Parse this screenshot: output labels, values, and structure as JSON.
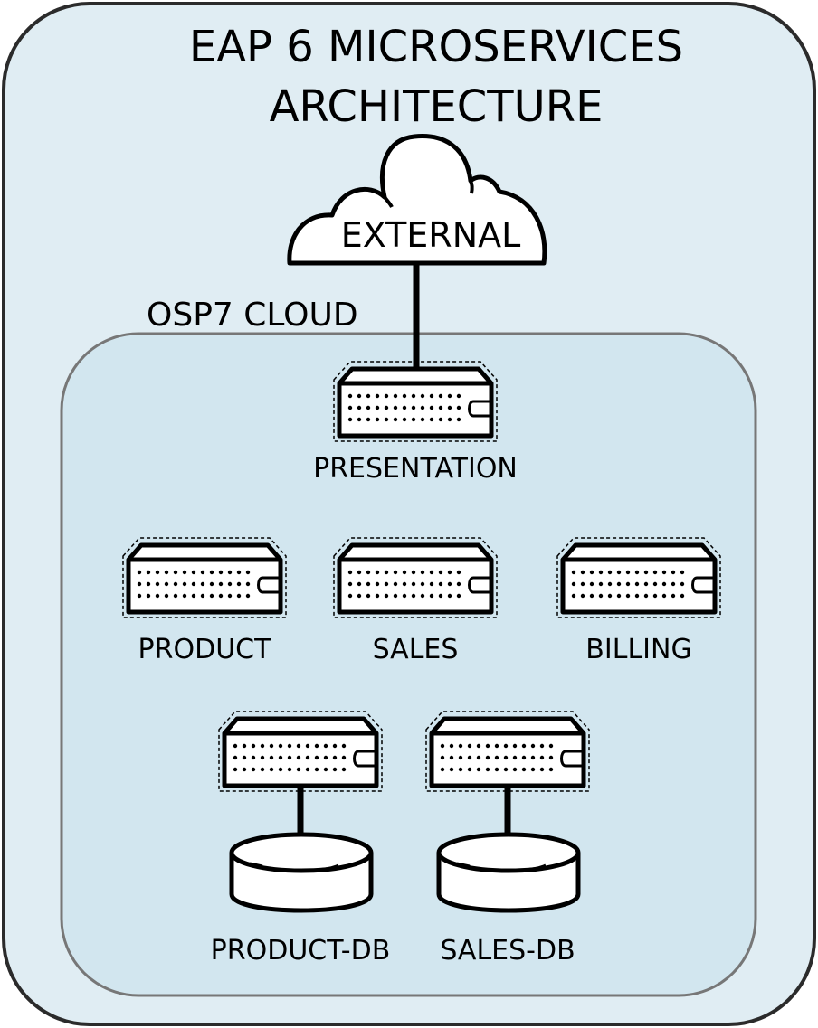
{
  "title": {
    "line1": "EAP 6 MICROSERVICES",
    "line2": "ARCHITECTURE"
  },
  "external": {
    "label": "EXTERNAL",
    "icon": "cloud-icon"
  },
  "cloud_region": {
    "label": "OSP7 CLOUD"
  },
  "servers": [
    {
      "id": "presentation",
      "label": "PRESENTATION",
      "icon": "server-icon"
    },
    {
      "id": "product",
      "label": "PRODUCT",
      "icon": "server-icon"
    },
    {
      "id": "sales",
      "label": "SALES",
      "icon": "server-icon"
    },
    {
      "id": "billing",
      "label": "BILLING",
      "icon": "server-icon"
    },
    {
      "id": "product-db-server",
      "label": "",
      "icon": "server-icon"
    },
    {
      "id": "sales-db-server",
      "label": "",
      "icon": "server-icon"
    }
  ],
  "databases": [
    {
      "id": "product-db",
      "label": "PRODUCT-DB",
      "icon": "database-icon"
    },
    {
      "id": "sales-db",
      "label": "SALES-DB",
      "icon": "database-icon"
    }
  ],
  "colors": {
    "outer_fill": "#e0edf3",
    "inner_fill": "#d2e6ef",
    "outer_stroke": "#2b2b2b",
    "inner_stroke": "#777777"
  }
}
